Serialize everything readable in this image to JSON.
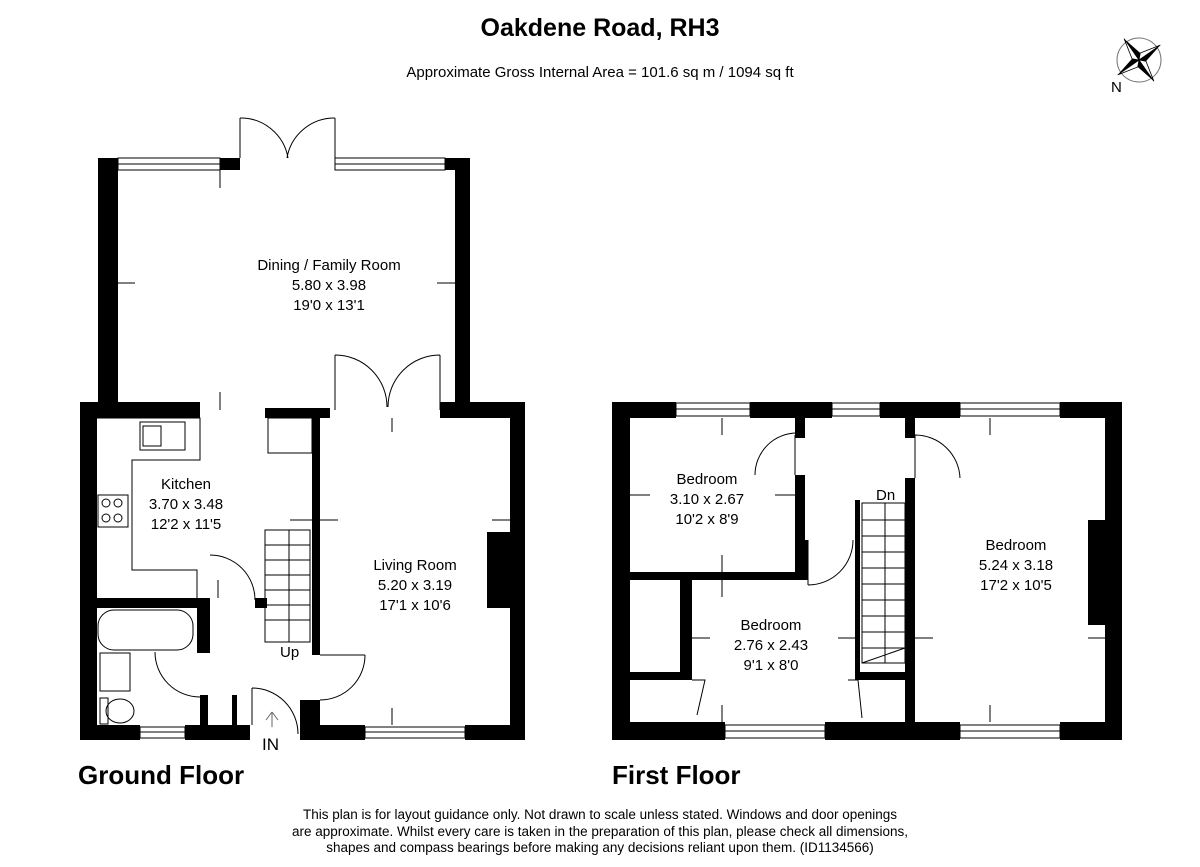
{
  "header": {
    "title": "Oakdene Road, RH3",
    "area": "Approximate Gross Internal Area = 101.6 sq m / 1094 sq ft",
    "compass_label": "N"
  },
  "ground_floor": {
    "label": "Ground Floor",
    "rooms": [
      {
        "name": "Dining / Family Room",
        "metric": "5.80 x 3.98",
        "imperial": "19'0 x 13'1"
      },
      {
        "name": "Kitchen",
        "metric": "3.70 x 3.48",
        "imperial": "12'2 x 11'5"
      },
      {
        "name": "Living Room",
        "metric": "5.20 x 3.19",
        "imperial": "17'1 x 10'6"
      }
    ],
    "stairs_label": "Up",
    "entrance_label": "IN"
  },
  "first_floor": {
    "label": "First Floor",
    "rooms": [
      {
        "name": "Bedroom",
        "metric": "3.10 x 2.67",
        "imperial": "10'2 x 8'9"
      },
      {
        "name": "Bedroom",
        "metric": "2.76 x 2.43",
        "imperial": "9'1 x 8'0"
      },
      {
        "name": "Bedroom",
        "metric": "5.24 x 3.18",
        "imperial": "17'2 x 10'5"
      }
    ],
    "stairs_label": "Dn"
  },
  "footer": {
    "disclaimer_lines": [
      "This plan is for layout guidance only. Not drawn to scale unless stated. Windows and door openings",
      "are approximate. Whilst every care is taken in the preparation of this plan, please check all dimensions,",
      "shapes and compass bearings before making any decisions reliant upon them. (ID1134566)"
    ]
  }
}
